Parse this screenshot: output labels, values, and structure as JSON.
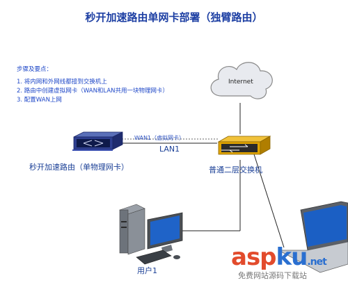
{
  "title": "秒开加速路由单网卡部署（独臂路由）",
  "steps": {
    "heading": "步骤及要点：",
    "items": [
      "1. 将内网和外网线都接到交换机上",
      "2. 路由中创建虚拟网卡（WAN和LAN共用一块物理网卡）",
      "3. 配置WAN上网"
    ]
  },
  "nodes": {
    "cloud": "Internet",
    "router": "秒开加速路由（单物理网卡）",
    "switch": "普通二层交换机",
    "user1": "用户1"
  },
  "links": {
    "wan": "WAN1（虚拟网卡）",
    "lan": "LAN1"
  },
  "watermark": {
    "asp": "asp",
    "ku": "ku",
    "dot": ".net",
    "sub": "免费网站源码下载站"
  },
  "colors": {
    "title": "#1d3fa3",
    "text": "#1f48c8",
    "line": "#222222",
    "router_body": "#2e3f8f",
    "switch_body": "#e0a400"
  }
}
